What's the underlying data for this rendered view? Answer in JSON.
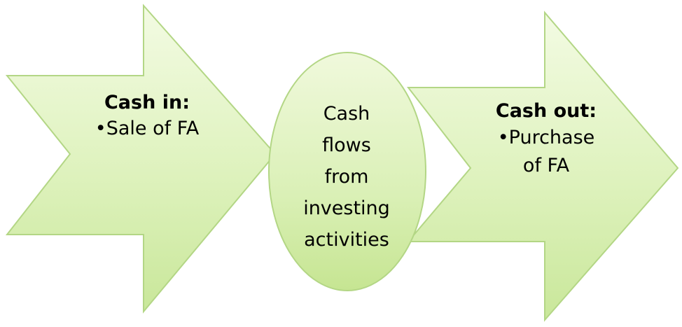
{
  "colors": {
    "fill_light": "#eef8d6",
    "fill_dark": "#cfeba0",
    "stroke": "#b3d685"
  },
  "cash_in": {
    "heading": "Cash in:",
    "items": [
      "•Sale of FA"
    ]
  },
  "center": {
    "lines": [
      "Cash",
      "flows",
      "from",
      "investing",
      "activities"
    ]
  },
  "cash_out": {
    "heading": "Cash out:",
    "lines": [
      "•Purchase",
      "of FA"
    ]
  }
}
